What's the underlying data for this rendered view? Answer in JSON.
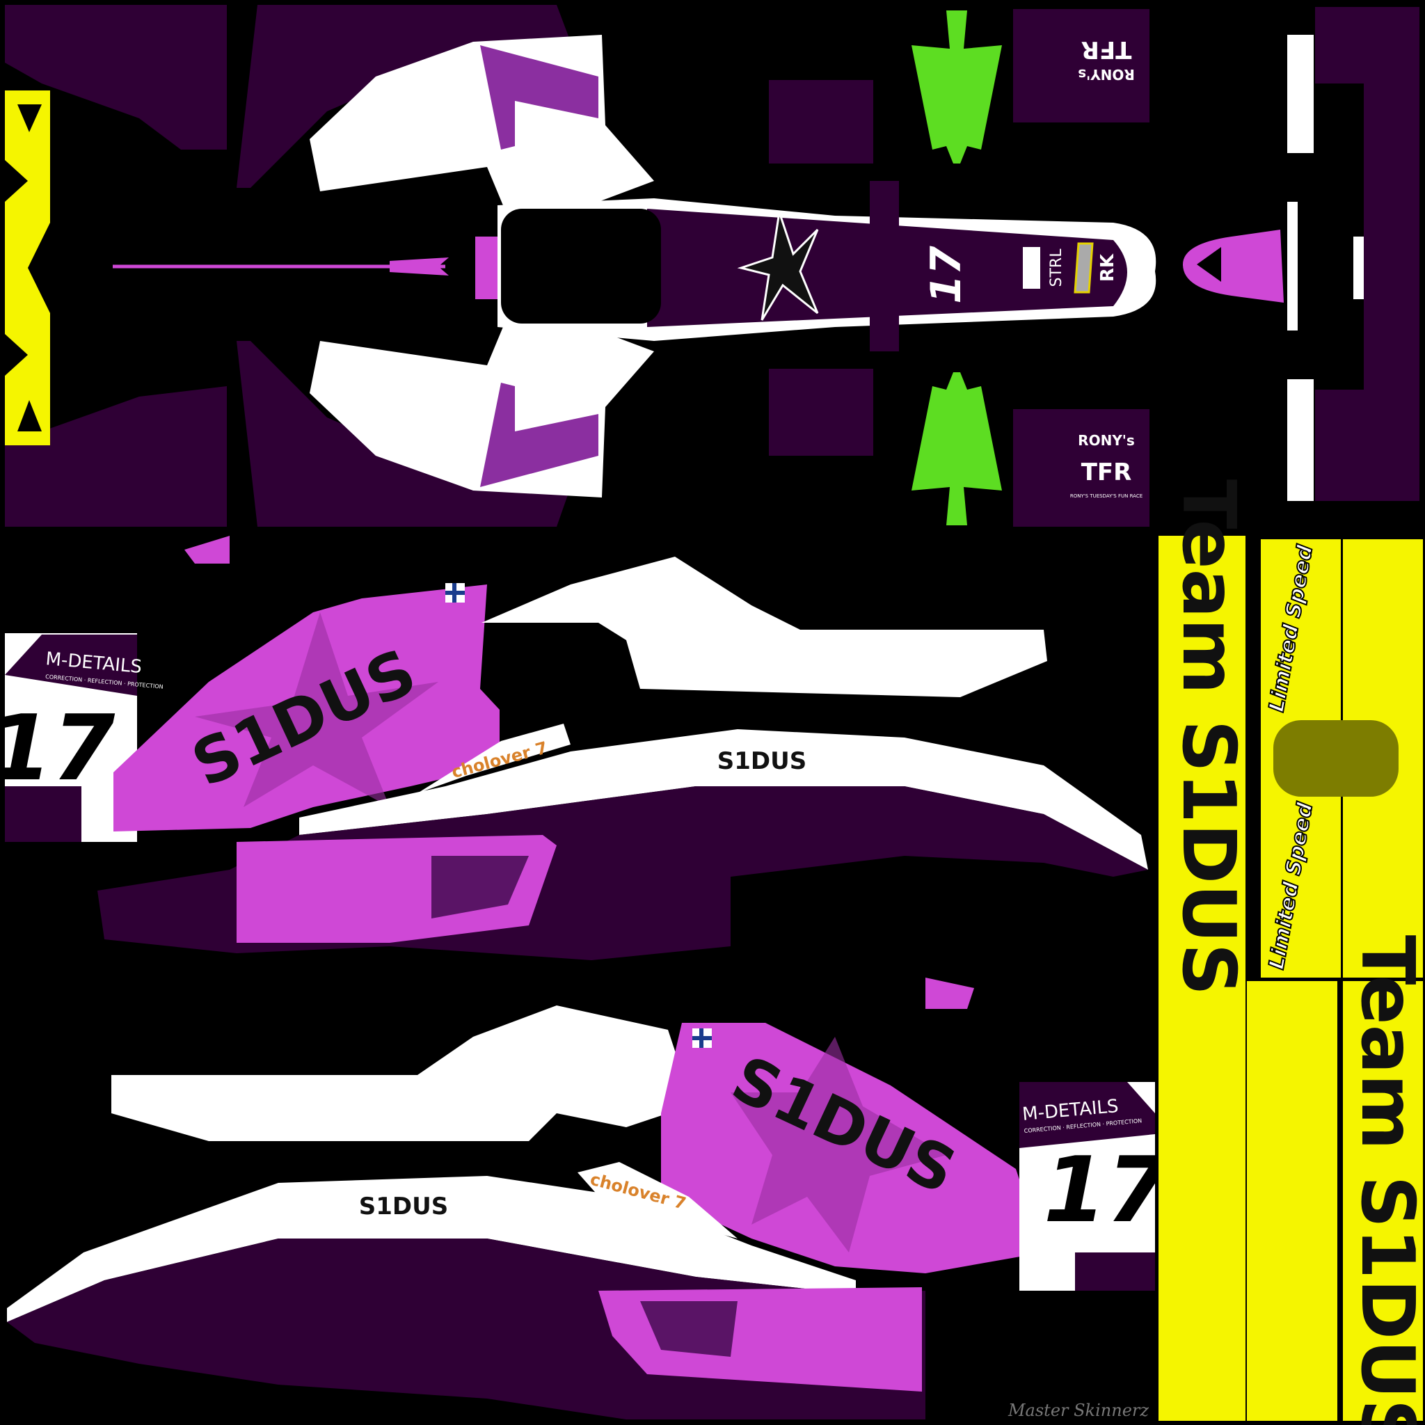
{
  "colors": {
    "background": "#000000",
    "dark_purple": "#2f0035",
    "magenta": "#cf48d6",
    "yellow": "#f5f500",
    "green": "#5ddd22",
    "white": "#ffffff",
    "cholover_orange": "#d9822b"
  },
  "nose": {
    "number": "17",
    "sponsors": [
      "STRL",
      "RK"
    ]
  },
  "rony": {
    "title": "RONY's",
    "logo": "TFR",
    "subtitle": "RONY'S TUESDAY'S FUN RACE"
  },
  "side": {
    "mdetails": "M-DETAILS",
    "mdetails_tagline": "CORRECTION · REFLECTION · PROTECTION",
    "number": "17",
    "sidus_big": "S1DUS",
    "sidus_small": "S1DUS",
    "cholover": "cholover 7"
  },
  "endplates": {
    "team_text": "Team S1DUS",
    "limited_speed": "Limited Speed"
  },
  "signature": "Master Skinnerz"
}
